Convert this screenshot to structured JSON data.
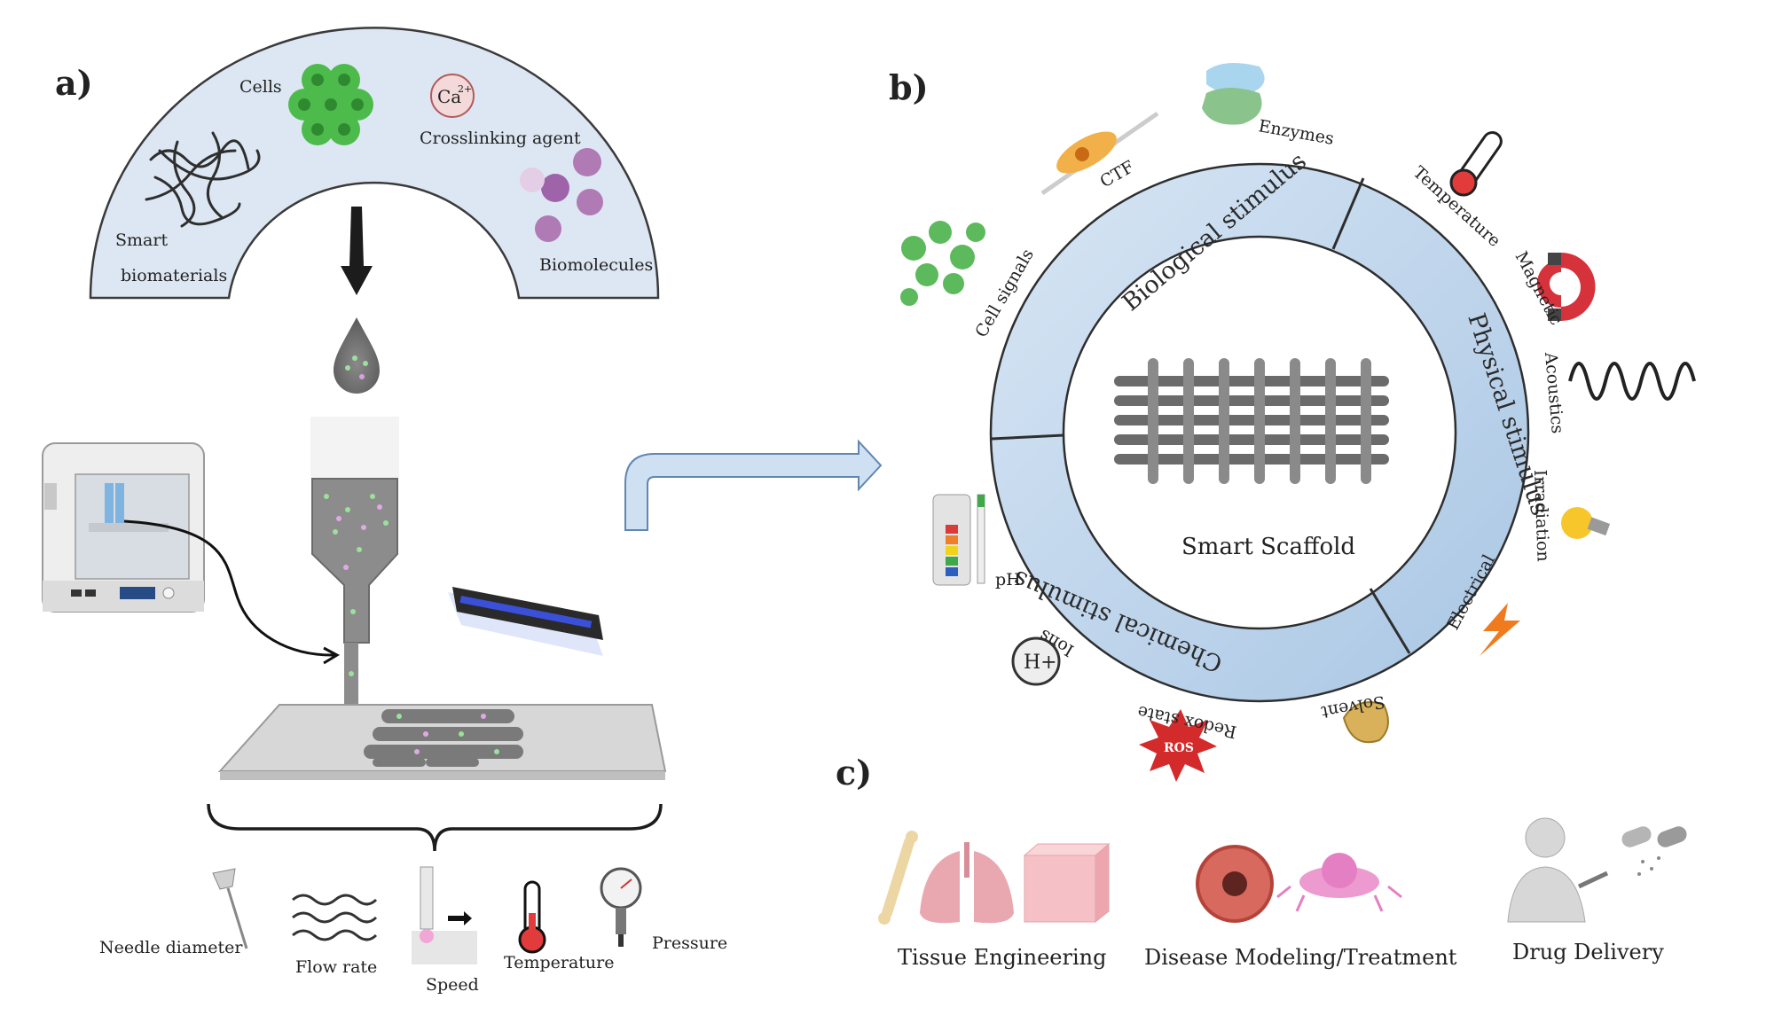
{
  "panels": {
    "a": "a)",
    "b": "b)",
    "c": "c)"
  },
  "panel_a": {
    "arch_items": {
      "cells": "Cells",
      "crosslinking": "Crosslinking agent",
      "ca_ion": "Ca",
      "ca_charge": "2+",
      "smart": "Smart",
      "biomaterials": "biomaterials",
      "biomolecules": "Biomolecules"
    },
    "parameters": {
      "needle_diameter": "Needle diameter",
      "flow_rate": "Flow rate",
      "speed": "Speed",
      "temperature": "Temperature",
      "pressure": "Pressure"
    }
  },
  "panel_b": {
    "center": "Smart Scaffold",
    "ring_sections": {
      "biological": "Biological stimulus",
      "physical": "Physical stimulus",
      "chemical": "Chemical stimulus"
    },
    "stimuli": {
      "ctf": "CTF",
      "enzymes": "Enzymes",
      "cell_signals": "Cell signals",
      "temperature": "Temperature",
      "magnetic": "Magnetic",
      "acoustics": "Acoustics",
      "irradiation": "Irradiation",
      "electrical": "Electrical",
      "solvent": "Solvent",
      "redox": "Redox state",
      "ions": "Ions",
      "ph": "pH",
      "ros": "ROS",
      "h_ion": "H+"
    }
  },
  "panel_c": {
    "tissue": "Tissue Engineering",
    "disease": "Disease Modeling/Treatment",
    "drug": "Drug Delivery"
  },
  "colors": {
    "arch_fill": "#dde7f3",
    "ring_fill": "#c3d7ec",
    "arrow_fill": "#cfe0f3",
    "cell_green": "#4cbb4c",
    "purple": "#9b59b6"
  }
}
